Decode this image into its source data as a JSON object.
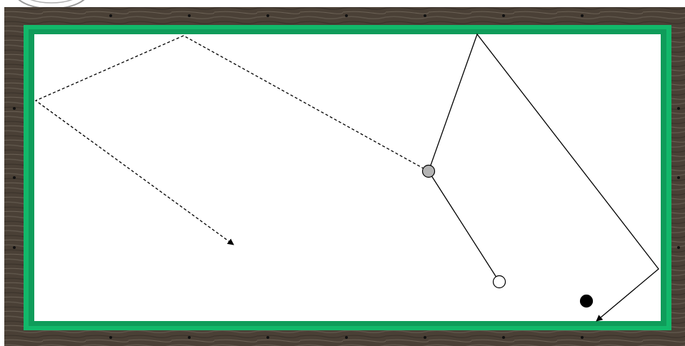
{
  "diagram": {
    "type": "billiard-shot-path",
    "table": {
      "frame_color": "#4a4036",
      "cushion_color": "#12b86a",
      "cloth_color": "#ffffff",
      "diamond_color": "#111111"
    },
    "balls": [
      {
        "id": "cue-ball",
        "color": "#ffffff",
        "outline": "#000000"
      },
      {
        "id": "object-ball-gray",
        "color": "#b4b4b4",
        "outline": "#000000"
      },
      {
        "id": "object-ball-black",
        "color": "#000000",
        "outline": "#000000"
      }
    ],
    "paths": [
      {
        "id": "cue-ball-path",
        "style": "solid",
        "color": "#000000"
      },
      {
        "id": "object-ball-path",
        "style": "dashed",
        "color": "#000000"
      }
    ]
  }
}
